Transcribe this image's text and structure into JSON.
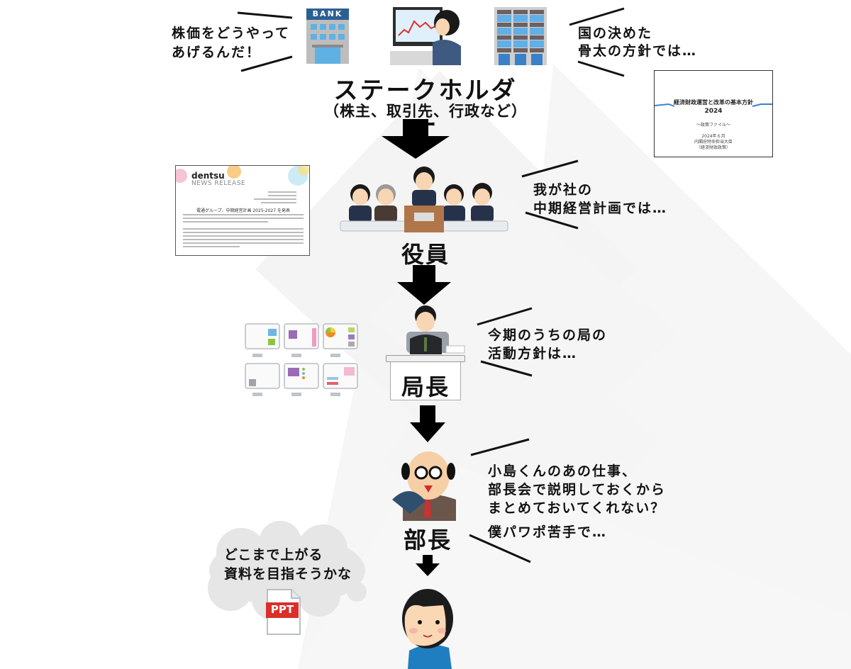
{
  "stakeholders": {
    "title": "ステークホルダー",
    "subtitle": "（株主、取引先、行政など）",
    "bank_sign": "BANK",
    "speech_left": "株価をどうやって\nあげるんだ！",
    "speech_right": "国の決めた\n骨太の方針では…",
    "policy_doc": {
      "title_line1": "経済財政運営と改革の基本方針",
      "title_line2": "2024",
      "subtitle": "〜政策ファイル〜",
      "date": "2024年６月",
      "org": "内閣府特命担当大臣",
      "dept": "（経済財政政策）"
    }
  },
  "executives": {
    "role": "役員",
    "speech": "我が社の\n中期経営計画では…",
    "news_release": {
      "brand": "dentsu",
      "label": "NEWS RELEASE",
      "headline": "電通グループ、中期経営計画 2025-2027 を発表"
    }
  },
  "bureau_chief": {
    "role": "局長",
    "speech": "今期のうちの局の\n活動方針は…"
  },
  "department_head": {
    "role": "部長",
    "speech_main": "小島くんのあの仕事、\n部長会で説明しておくから\nまとめておいてくれない？",
    "speech_sub": "僕パワポ苦手で…"
  },
  "employee": {
    "thought": "どこまで上がる\n資料を目指そうかな",
    "file_badge": "PPT"
  },
  "colors": {
    "arrow": "#000000",
    "background_diamond": "#f6f6f6",
    "ppt_red": "#d9302b",
    "thought_cloud": "#e6e6e6",
    "shirt_blue": "#1f7ec0"
  }
}
